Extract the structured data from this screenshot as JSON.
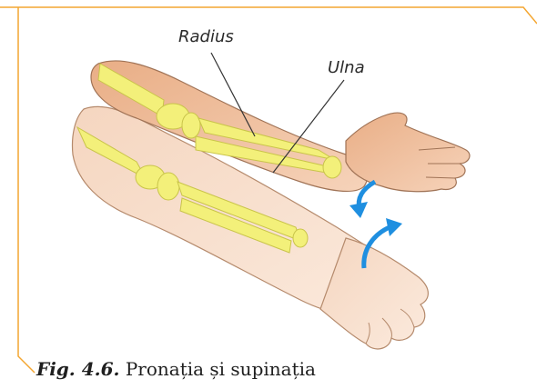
{
  "labels": {
    "radius": "Radius",
    "ulna": "Ulna"
  },
  "caption": {
    "number": "Fig. 4.6.",
    "text": " Pronația și supinația"
  },
  "colors": {
    "frame": "#f4a630",
    "skin_dark": "#eab48f",
    "skin_light": "#f9e0cc",
    "bone": "#f3f07a",
    "bone_outline": "#c9c44a",
    "arrow_blue": "#1f8fe0",
    "line": "#333333"
  },
  "icons": {
    "pronation_arrow": "curved-arrow-down-icon",
    "supination_arrow": "curved-arrow-up-icon"
  }
}
